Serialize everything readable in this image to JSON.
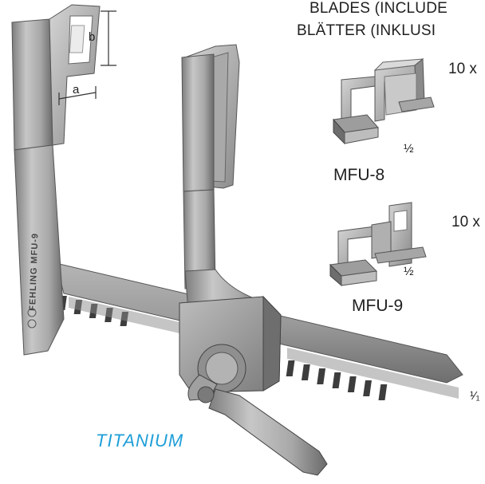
{
  "header": {
    "line1": "BLADES (INCLUDE",
    "line2": "BLÄTTER (INKLUSI"
  },
  "blade_sets": [
    {
      "model": "MFU-8",
      "quantity": "10 x",
      "fraction": "½"
    },
    {
      "model": "MFU-9",
      "quantity": "10 x",
      "fraction": "½"
    }
  ],
  "instrument": {
    "engraving": "FEHLING MFU-9",
    "dimension_a": "a",
    "dimension_b": "b",
    "scale": "¹⁄₁"
  },
  "material": "TITANIUM",
  "colors": {
    "material_text": "#1e9fd8",
    "steel_light": "#c9c9c9",
    "steel_mid": "#9a9a9a",
    "steel_dark": "#5c5c5c"
  }
}
